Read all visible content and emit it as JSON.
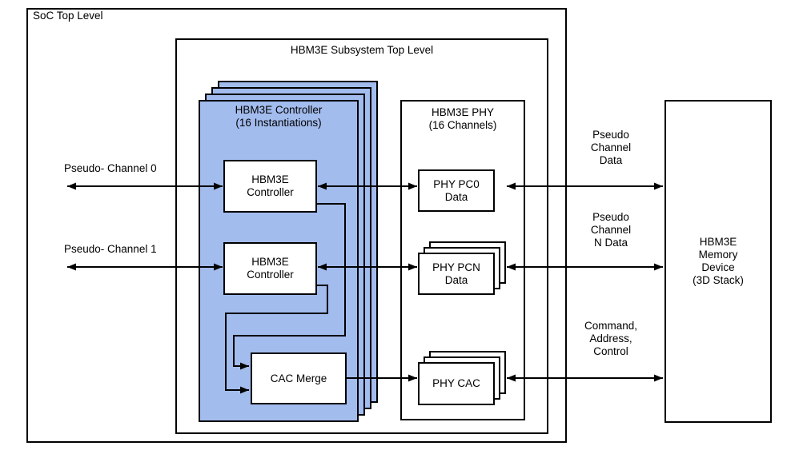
{
  "diagram": {
    "soc": {
      "label": "SoC Top Level"
    },
    "subsystem": {
      "label": "HBM3E Subsystem Top Level"
    },
    "controller_stack": {
      "label": "HBM3E Controller\n(16 Instantiations)"
    },
    "controller_a": {
      "label": "HBM3E\nController"
    },
    "controller_b": {
      "label": "HBM3E\nController"
    },
    "cac_merge": {
      "label": "CAC Merge"
    },
    "phy": {
      "label": "HBM3E PHY\n(16 Channels)"
    },
    "phy_pc0": {
      "label": "PHY PC0\nData"
    },
    "phy_pcn": {
      "label": "PHY PCN\nData"
    },
    "phy_cac": {
      "label": "PHY CAC"
    },
    "memory": {
      "label": "HBM3E\nMemory\nDevice\n(3D Stack)"
    },
    "annotations": {
      "pseudo_channel_0": "Pseudo- Channel 0",
      "pseudo_channel_1": "Pseudo- Channel 1",
      "pseudo_channel_data": "Pseudo\nChannel\nData",
      "pseudo_channel_n_data": "Pseudo\nChannel\nN Data",
      "command_address_control": "Command,\nAddress,\nControl"
    },
    "colors": {
      "border": "#000000",
      "stack_fill": "#A3BCEE",
      "box_fill": "#FFFFFF",
      "background": "#FFFFFF"
    }
  }
}
